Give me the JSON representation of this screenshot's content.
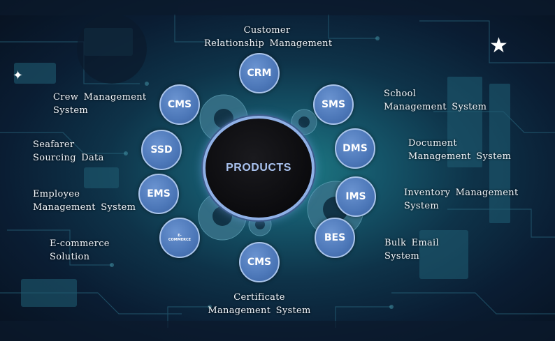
{
  "center_label": "PRODUCTS",
  "nodes": {
    "crm": "CRM",
    "sms": "SMS",
    "dms": "DMS",
    "ims": "IMS",
    "bes": "BES",
    "cms_bottom": "CMS",
    "ecommerce_line1": "E-",
    "ecommerce_line2": "COMMERCE",
    "ems": "EMS",
    "ssd": "SSD",
    "cms_top": "CMS"
  },
  "labels": {
    "crm": [
      "Customer",
      "Relationship Management"
    ],
    "sms": [
      "School",
      "Management System"
    ],
    "dms": [
      "Document",
      "Management System"
    ],
    "ims": [
      "Inventory Management",
      "System"
    ],
    "bes": [
      "Bulk Email",
      "System"
    ],
    "cms_bottom": [
      "Certificate",
      "Management System"
    ],
    "ecommerce": [
      "E-commerce",
      "Solution"
    ],
    "ems": [
      "Employee",
      "Management System"
    ],
    "ssd": [
      "Seafarer",
      "Sourcing Data"
    ],
    "cms_top": [
      "Crew Management",
      "System"
    ]
  },
  "colors": {
    "node_fill": "#4c77b8",
    "node_border": "#aac4ea",
    "center_fill": "#0b0b0e",
    "center_ring": "#8fb0e6",
    "center_text": "#a9c2ee",
    "label_text": "#f2f6fb"
  }
}
